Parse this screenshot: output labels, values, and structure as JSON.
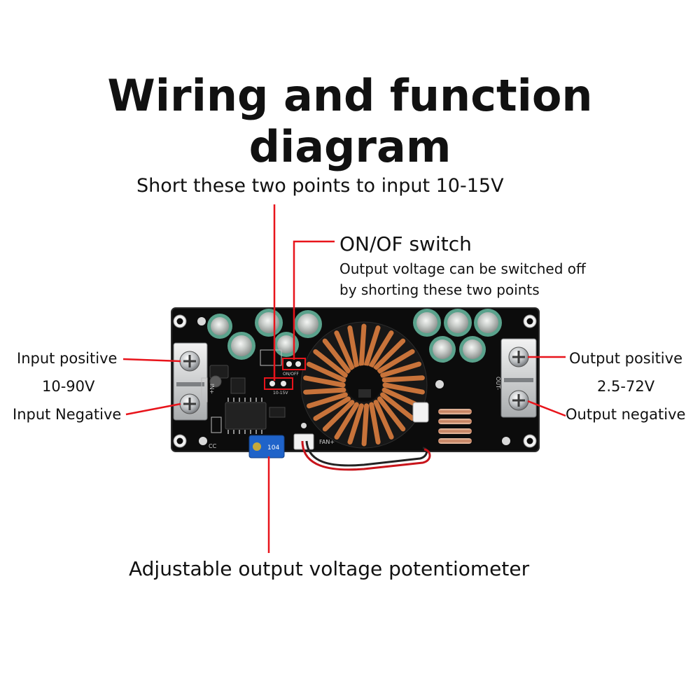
{
  "title": "Wiring and function diagram",
  "labels": {
    "short_points": "Short these two points to input 10-15V",
    "onoff_title": "ON/OF switch",
    "onoff_desc_line1": "Output voltage can be switched off",
    "onoff_desc_line2": "by shorting these two points",
    "input_positive": "Input positive",
    "input_range": "10-90V",
    "input_negative": "Input Negative",
    "output_positive": "Output positive",
    "output_range": "2.5-72V",
    "output_negative": "Output negative",
    "potentiometer": "Adjustable output voltage potentiometer"
  },
  "pcb_markings": {
    "in_terminal": "IN+",
    "out_terminal": "OUT-",
    "fan": "FAN+",
    "pot_code": "104",
    "cc": "CC",
    "jumper_a": "10-15V",
    "jumper_b": "ON/OFF"
  },
  "colors": {
    "pointer_line": "#e8141b",
    "board": "#0c0c0c",
    "copper": "#c8733a",
    "capacitor": "#5aa28c",
    "potentiometer": "#1f63c9"
  }
}
